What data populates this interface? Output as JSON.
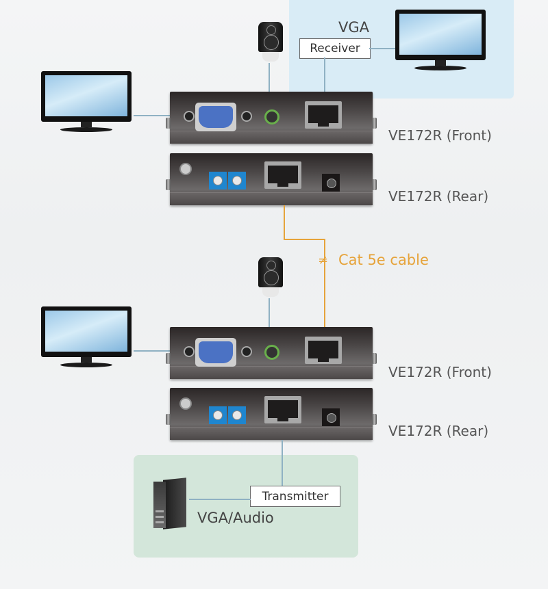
{
  "diagram": {
    "title": "VE172R VGA/Audio extender connection diagram",
    "receiver_zone": {
      "signal_label": "VGA",
      "role_label": "Receiver",
      "color": "#d9ecf6"
    },
    "transmitter_zone": {
      "role_label": "Transmitter",
      "signal_label": "VGA/Audio",
      "color": "#d3e6da"
    },
    "cable": {
      "label": "Cat 5e cable",
      "color": "#e6a33a"
    },
    "units": [
      {
        "id": "receiver",
        "front_label": "VE172R (Front)",
        "rear_label": "VE172R (Rear)"
      },
      {
        "id": "transmitter",
        "front_label": "VE172R (Front)",
        "rear_label": "VE172R (Rear)"
      }
    ],
    "icons": {
      "monitor": "monitor-icon",
      "speaker": "speaker-icon",
      "computer": "computer-tower-icon",
      "vga_port": "vga-port-icon",
      "audio_port": "audio-jack-icon",
      "rj45_port": "rj45-port-icon",
      "terminal_block": "terminal-block-icon",
      "ground": "ground-screw-icon",
      "dc_jack": "dc-jack-icon"
    },
    "wire_color": "#8fb1c3"
  }
}
